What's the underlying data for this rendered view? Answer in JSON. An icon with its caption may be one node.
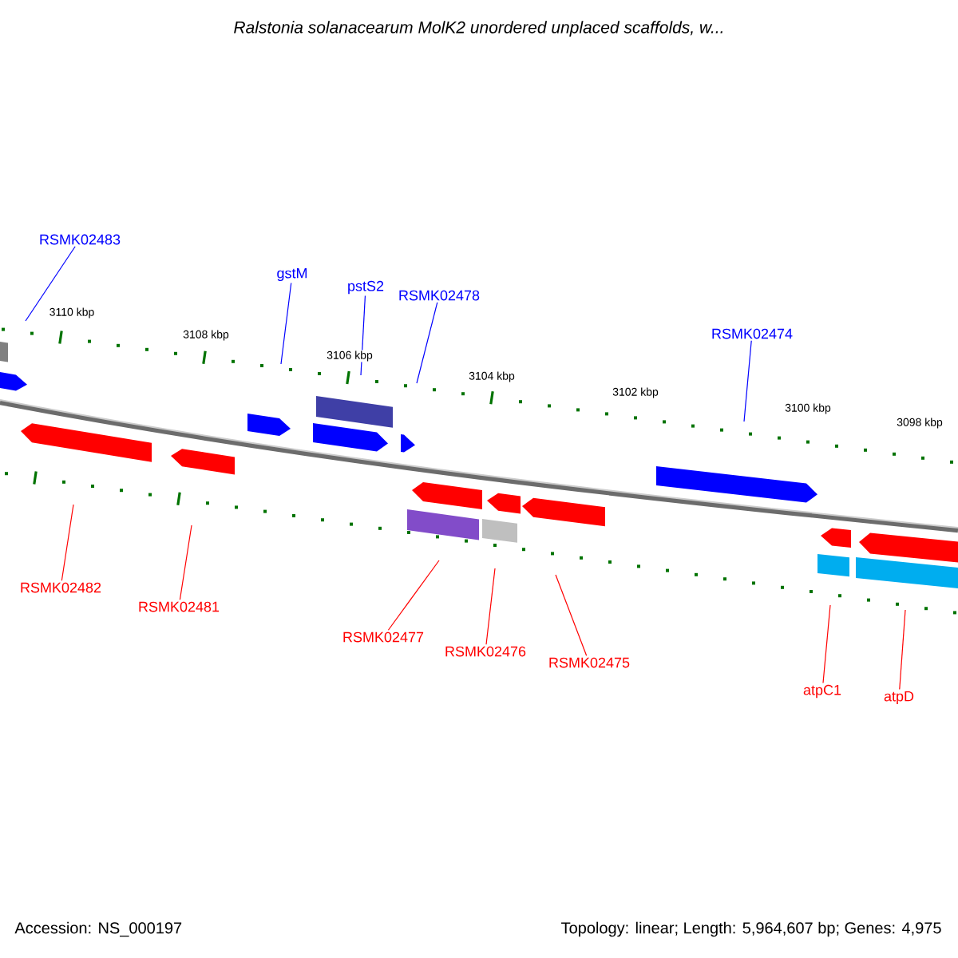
{
  "diagram": {
    "title": "Ralstonia solanacearum MolK2 unordered unplaced scaffolds, w...",
    "nodes": [
      {
        "text": [
          "RSMK02483"
        ]
      },
      {
        "text": [
          "gstM"
        ]
      },
      {
        "text": [
          "pstS2"
        ]
      },
      {
        "text": [
          "RSMK02478"
        ]
      },
      {
        "text": [
          "RSMK02474"
        ]
      },
      {
        "text": [
          "RSMK02482"
        ]
      },
      {
        "text": [
          "RSMK02481"
        ]
      },
      {
        "text": [
          "RSMK02477"
        ]
      },
      {
        "text": [
          "RSMK02476"
        ]
      },
      {
        "text": [
          "RSMK02475"
        ]
      },
      {
        "text": [
          "atpC1"
        ]
      },
      {
        "text": [
          "atpD"
        ]
      }
    ],
    "edges": [
      {
        "from": 0,
        "to": null,
        "arrow": "none",
        "color": "#0000ff"
      },
      {
        "from": 1,
        "to": null,
        "arrow": "none",
        "color": "#0000ff"
      },
      {
        "from": 2,
        "to": null,
        "arrow": "none",
        "color": "#0000ff"
      },
      {
        "from": 3,
        "to": null,
        "arrow": "none",
        "color": "#0000ff"
      },
      {
        "from": 4,
        "to": null,
        "arrow": "none",
        "color": "#0000ff"
      },
      {
        "from": 5,
        "to": null,
        "arrow": "none"
      },
      {
        "from": 6,
        "to": null,
        "arrow": "none"
      },
      {
        "from": 7,
        "to": null,
        "arrow": "none"
      },
      {
        "from": 8,
        "to": null,
        "arrow": "none"
      },
      {
        "from": 9,
        "to": null,
        "arrow": "none"
      },
      {
        "from": 10,
        "to": null,
        "arrow": "none"
      },
      {
        "from": 11,
        "to": null,
        "arrow": "none"
      }
    ],
    "labels": [
      "3110 kbp",
      "3108 kbp",
      "3106 kbp",
      "3104 kbp",
      "3102 kbp",
      "3100 kbp",
      "3098 kbp",
      "Accession: NS_000197",
      "Topology: linear; Length: 5,964,607 bp; Genes: 4,975"
    ]
  }
}
